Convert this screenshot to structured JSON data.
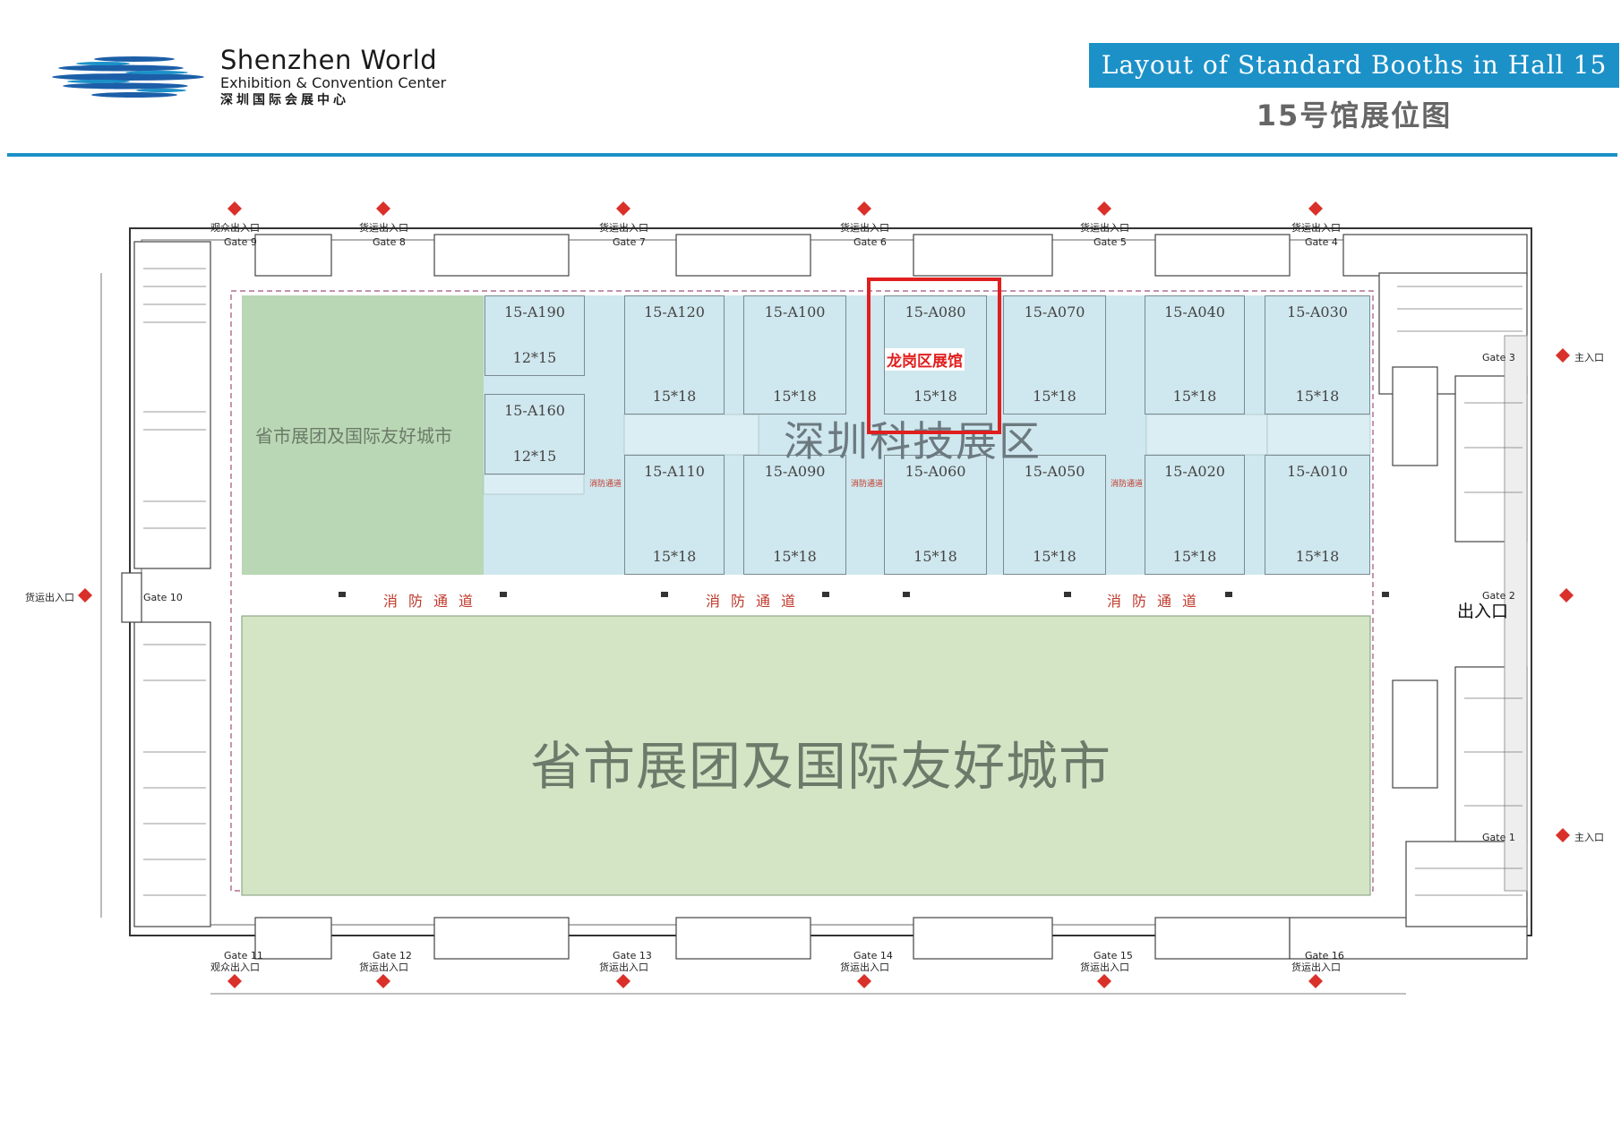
{
  "header": {
    "brand_name": "Shenzhen World",
    "brand_subtitle": "Exhibition & Convention Center",
    "brand_cn": "深圳国际会展中心",
    "title_en": "Layout of Standard Booths in Hall 15",
    "title_cn": "15号馆展位图"
  },
  "colors": {
    "accent_blue": "#1c91c8",
    "booth_fill": "#cfe7ee",
    "zone_green_light": "#d3e5c5",
    "zone_green_mid": "#b9d7b4",
    "highlight_red": "#e01e1e",
    "fire_lane_red": "#c0392b"
  },
  "map": {
    "tech_zone_label": "深圳科技展区",
    "highlight_label": "龙岗区展馆",
    "zone_top_left_label": "省市展团及国际友好城市",
    "zone_bottom_label": "省市展团及国际友好城市",
    "fire_lane_label": "消防通道",
    "fire_passage_small": "消防通道",
    "exit_label": "出入口",
    "booths": [
      {
        "id": "15-A190",
        "size": "12*15"
      },
      {
        "id": "15-A160",
        "size": "12*15"
      },
      {
        "id": "15-A120",
        "size": "15*18"
      },
      {
        "id": "15-A100",
        "size": "15*18"
      },
      {
        "id": "15-A080",
        "size": "15*18"
      },
      {
        "id": "15-A070",
        "size": "15*18"
      },
      {
        "id": "15-A040",
        "size": "15*18"
      },
      {
        "id": "15-A030",
        "size": "15*18"
      },
      {
        "id": "15-A110",
        "size": "15*18"
      },
      {
        "id": "15-A090",
        "size": "15*18"
      },
      {
        "id": "15-A060",
        "size": "15*18"
      },
      {
        "id": "15-A050",
        "size": "15*18"
      },
      {
        "id": "15-A020",
        "size": "15*18"
      },
      {
        "id": "15-A010",
        "size": "15*18"
      }
    ],
    "top_gates": [
      {
        "label": "观众出入口",
        "gate": "Gate 9"
      },
      {
        "label": "货运出入口",
        "gate": "Gate 8"
      },
      {
        "label": "货运出入口",
        "gate": "Gate 7"
      },
      {
        "label": "货运出入口",
        "gate": "Gate 6"
      },
      {
        "label": "货运出入口",
        "gate": "Gate 5"
      },
      {
        "label": "货运出入口",
        "gate": "Gate 4"
      }
    ],
    "bottom_gates": [
      {
        "label": "观众出入口",
        "gate": "Gate 11"
      },
      {
        "label": "货运出入口",
        "gate": "Gate 12"
      },
      {
        "label": "货运出入口",
        "gate": "Gate 13"
      },
      {
        "label": "货运出入口",
        "gate": "Gate 14"
      },
      {
        "label": "货运出入口",
        "gate": "Gate 15"
      },
      {
        "label": "货运出入口",
        "gate": "Gate 16"
      }
    ],
    "left_gate": {
      "label": "货运出入口",
      "gate": "Gate 10"
    },
    "right_gates": [
      {
        "label": "主入口",
        "gate": "Gate 3"
      },
      {
        "label": "主入口",
        "gate": "Gate 1"
      }
    ],
    "right_mid_gate": "Gate 2"
  }
}
